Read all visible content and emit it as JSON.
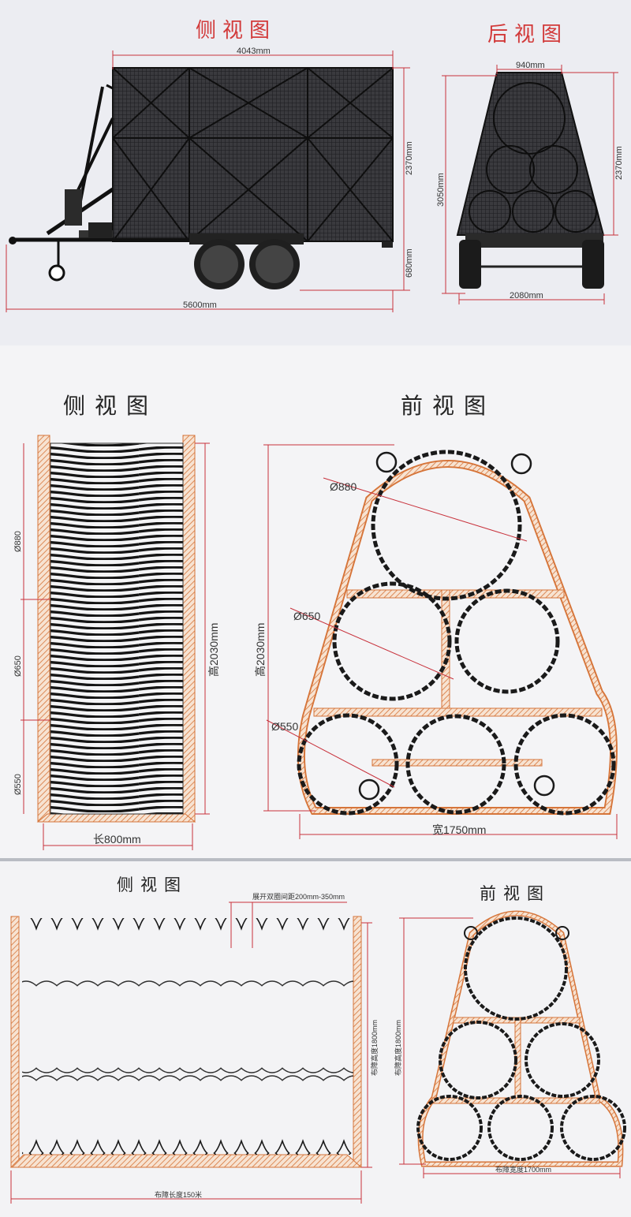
{
  "panel1": {
    "side_title": "侧视图",
    "rear_title": "后视图",
    "dims": {
      "body_length": "4043mm",
      "body_height": "2370mm",
      "clearance": "680mm",
      "total_length": "5600mm",
      "top_width": "940mm",
      "total_height": "3050mm",
      "rear_height": "2370mm",
      "track_width": "2080mm"
    }
  },
  "panel2": {
    "side_title": "侧视图",
    "front_title": "前视图",
    "dims": {
      "d880_side": "Ø880",
      "d650_side": "Ø650",
      "d550_side": "Ø550",
      "height_side": "高2030mm",
      "length": "长800mm",
      "d880_front": "Ø880",
      "d650_front": "Ø650",
      "d550_front": "Ø550",
      "height_front": "高2030mm",
      "width": "宽1750mm"
    }
  },
  "panel3": {
    "side_title": "侧视图",
    "front_title": "前视图",
    "dims": {
      "coil_spacing": "展开双圈间距200mm-350mm",
      "barrier_height_side": "布障高度1800mm",
      "barrier_length": "布障长度150米",
      "barrier_height_front": "布障高度1800mm",
      "barrier_width": "布障宽度1700mm"
    }
  },
  "colors": {
    "dimension_red": "#c8323c",
    "frame_orange": "#d6753a",
    "coil_black": "#1a1a1a"
  }
}
